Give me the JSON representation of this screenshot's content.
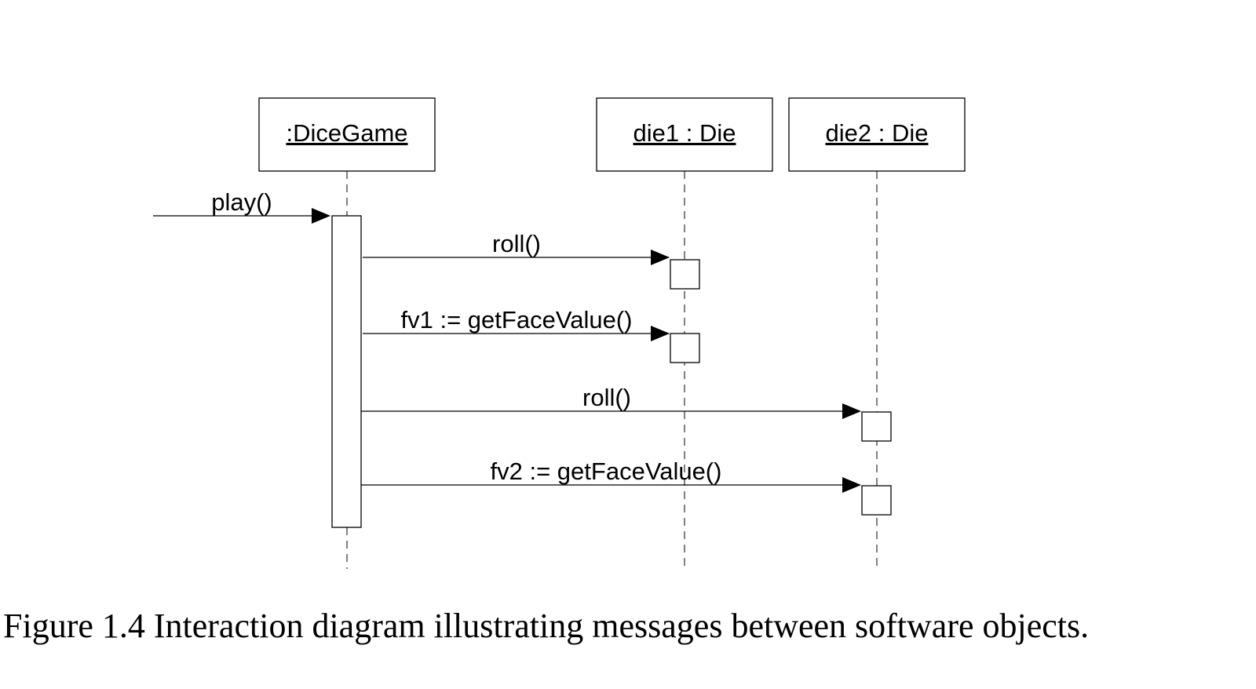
{
  "diagram": {
    "type": "uml-sequence",
    "objects": [
      {
        "id": "dicegame",
        "label": ":DiceGame"
      },
      {
        "id": "die1",
        "label": "die1 : Die"
      },
      {
        "id": "die2",
        "label": "die2 : Die"
      }
    ],
    "messages": [
      {
        "from": "external",
        "to": "dicegame",
        "label": "play()"
      },
      {
        "from": "dicegame",
        "to": "die1",
        "label": "roll()"
      },
      {
        "from": "dicegame",
        "to": "die1",
        "label": "fv1 := getFaceValue()"
      },
      {
        "from": "dicegame",
        "to": "die2",
        "label": "roll()"
      },
      {
        "from": "dicegame",
        "to": "die2",
        "label": "fv2 := getFaceValue()"
      }
    ]
  },
  "caption": "Figure 1.4 Interaction diagram illustrating messages between software objects."
}
